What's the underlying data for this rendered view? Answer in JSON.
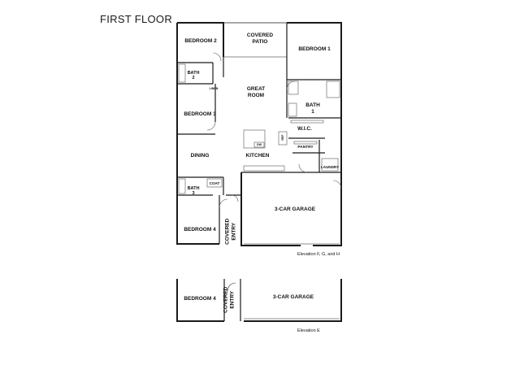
{
  "title": "FIRST FLOOR",
  "rooms": {
    "bedroom2": "BEDROOM 2",
    "covered_patio": [
      "COVERED",
      "PATIO"
    ],
    "bedroom1": "BEDROOM 1",
    "bath2": [
      "BATH",
      "2"
    ],
    "linen": "LINEN",
    "great_room": [
      "GREAT",
      "ROOM"
    ],
    "bath1": [
      "BATH",
      "1"
    ],
    "bedroom3": "BEDROOM 3",
    "wic": "W.I.C.",
    "dw": "DW",
    "pantry": "PANTRY",
    "dining": "DINING",
    "kitchen": "KITCHEN",
    "laundry": "LAUNDRY",
    "bath3": [
      "BATH",
      "3"
    ],
    "coat": "COAT",
    "garage": "3-CAR GARAGE",
    "bedroom4": "BEDROOM 4",
    "covered_entry": [
      "COVERED",
      "ENTRY"
    ],
    "ref": "REF"
  },
  "elevation_fgh_label": "Elevation F, G, and H",
  "alt_rooms": {
    "bedroom4": "BEDROOM 4",
    "covered_entry": [
      "COVERED",
      "ENTRY"
    ],
    "garage": "3-CAR GARAGE"
  },
  "elevation_e_label": "Elevation E",
  "colors": {
    "wall": "#1a1a1a",
    "fixture": "#555555",
    "background": "#ffffff"
  }
}
